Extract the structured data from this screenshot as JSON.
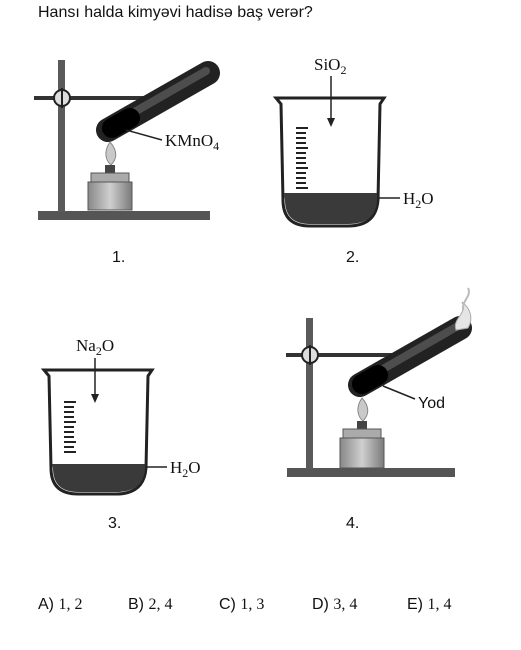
{
  "question": "Hansı halda kimyəvi hadisə baş verər?",
  "figures": [
    {
      "number": "1.",
      "label": "KMnO",
      "sub": "4"
    },
    {
      "number": "2.",
      "top_label": "SiO",
      "top_sub": "2",
      "side_label": "H",
      "side_sub": "2",
      "side_tail": "O"
    },
    {
      "number": "3.",
      "top_label": "Na",
      "top_sub": "2",
      "top_tail": "O",
      "side_label": "H",
      "side_sub": "2",
      "side_tail": "O"
    },
    {
      "number": "4.",
      "label": "Yod"
    }
  ],
  "answers": [
    {
      "letter": "A)",
      "value": "1, 2"
    },
    {
      "letter": "B)",
      "value": "2, 4"
    },
    {
      "letter": "C)",
      "value": "1, 3"
    },
    {
      "letter": "D)",
      "value": "3, 4"
    },
    {
      "letter": "E)",
      "value": "1, 4"
    }
  ]
}
